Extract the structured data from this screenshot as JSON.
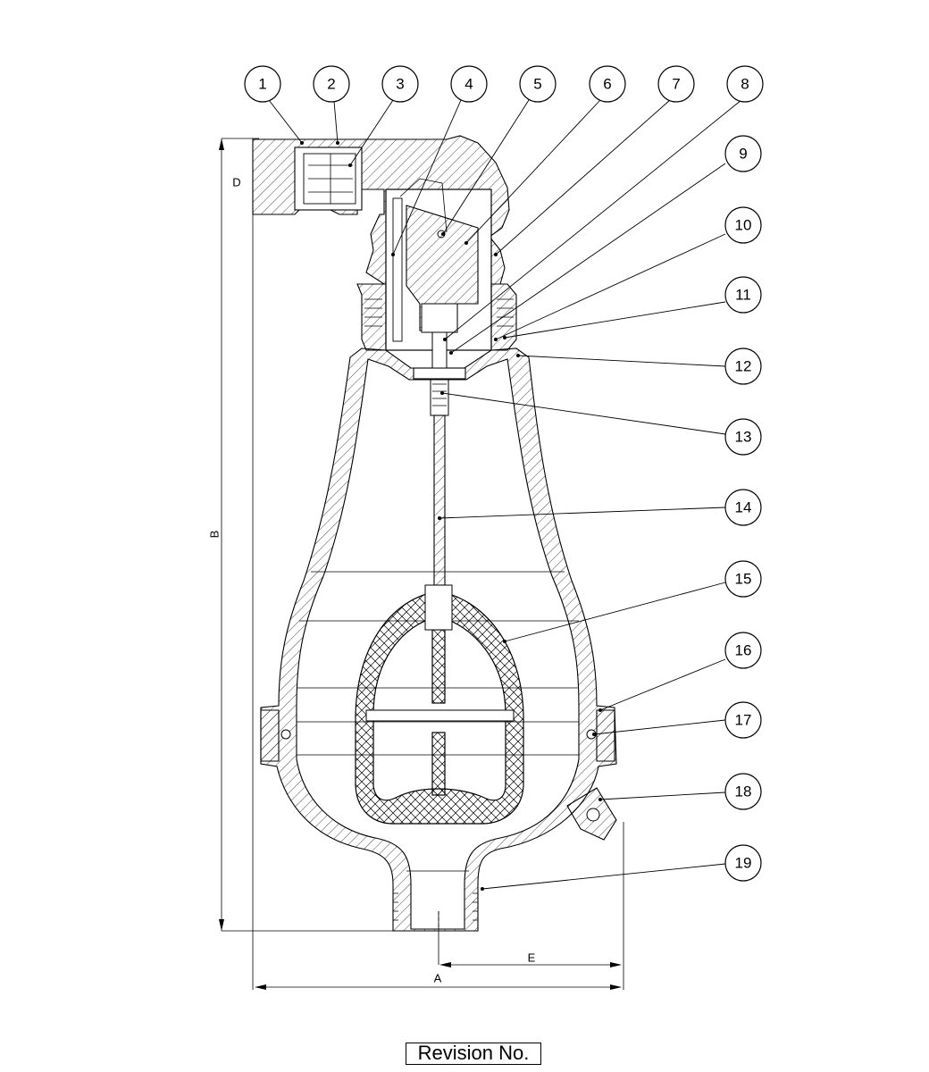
{
  "balloons": [
    {
      "label": "1"
    },
    {
      "label": "2"
    },
    {
      "label": "3"
    },
    {
      "label": "4"
    },
    {
      "label": "5"
    },
    {
      "label": "6"
    },
    {
      "label": "7"
    },
    {
      "label": "8"
    },
    {
      "label": "9"
    },
    {
      "label": "10"
    },
    {
      "label": "11"
    },
    {
      "label": "12"
    },
    {
      "label": "13"
    },
    {
      "label": "14"
    },
    {
      "label": "15"
    },
    {
      "label": "16"
    },
    {
      "label": "17"
    },
    {
      "label": "18"
    },
    {
      "label": "19"
    }
  ],
  "dimensions": {
    "a": "A",
    "b": "B",
    "d": "D",
    "e": "E"
  },
  "title_block": {
    "revision_label": "Revision No."
  }
}
